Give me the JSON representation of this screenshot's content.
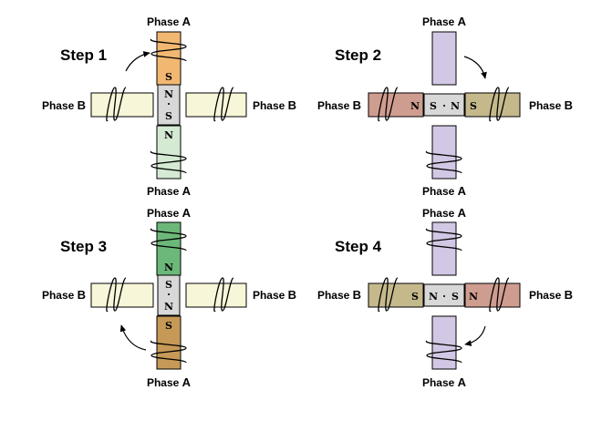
{
  "colors": {
    "lightYellow": "#f8f6d8",
    "orange": "#f2b872",
    "lightGreen": "#d4ead2",
    "grey": "#d8d8d8",
    "lavender": "#d2c7e4",
    "rose": "#cf9d90",
    "khaki": "#c5b98c",
    "green": "#6cb87a",
    "tan": "#c69a56"
  },
  "steps": [
    {
      "step_word": "Step",
      "step_num": "1",
      "top_phase": {
        "word": "Phase",
        "letter": "A"
      },
      "bottom_phase": {
        "word": "Phase",
        "letter": "A"
      },
      "left_phase": {
        "word": "Phase",
        "letter": "B"
      },
      "right_phase": {
        "word": "Phase",
        "letter": "B"
      },
      "top_pole": "S",
      "bottom_pole": "N",
      "left_pole": "",
      "right_pole": "",
      "rotor_a": "N",
      "rotor_dot": "·",
      "rotor_b": "S",
      "rotor_orientation": "vertical"
    },
    {
      "step_word": "Step",
      "step_num": "2",
      "top_phase": {
        "word": "Phase",
        "letter": "A"
      },
      "bottom_phase": {
        "word": "Phase",
        "letter": "A"
      },
      "left_phase": {
        "word": "Phase",
        "letter": "B"
      },
      "right_phase": {
        "word": "Phase",
        "letter": "B"
      },
      "top_pole": "",
      "bottom_pole": "",
      "left_pole": "N",
      "right_pole": "S",
      "rotor_a": "S",
      "rotor_dot": "·",
      "rotor_b": "N",
      "rotor_orientation": "horizontal"
    },
    {
      "step_word": "Step",
      "step_num": "3",
      "top_phase": {
        "word": "Phase",
        "letter": "A"
      },
      "bottom_phase": {
        "word": "Phase",
        "letter": "A"
      },
      "left_phase": {
        "word": "Phase",
        "letter": "B"
      },
      "right_phase": {
        "word": "Phase",
        "letter": "B"
      },
      "top_pole": "N",
      "bottom_pole": "S",
      "left_pole": "",
      "right_pole": "",
      "rotor_a": "S",
      "rotor_dot": "·",
      "rotor_b": "N",
      "rotor_orientation": "vertical"
    },
    {
      "step_word": "Step",
      "step_num": "4",
      "top_phase": {
        "word": "Phase",
        "letter": "A"
      },
      "bottom_phase": {
        "word": "Phase",
        "letter": "A"
      },
      "left_phase": {
        "word": "Phase",
        "letter": "B"
      },
      "right_phase": {
        "word": "Phase",
        "letter": "B"
      },
      "top_pole": "",
      "bottom_pole": "",
      "left_pole": "S",
      "right_pole": "N",
      "rotor_a": "N",
      "rotor_dot": "·",
      "rotor_b": "S",
      "rotor_orientation": "horizontal"
    }
  ]
}
